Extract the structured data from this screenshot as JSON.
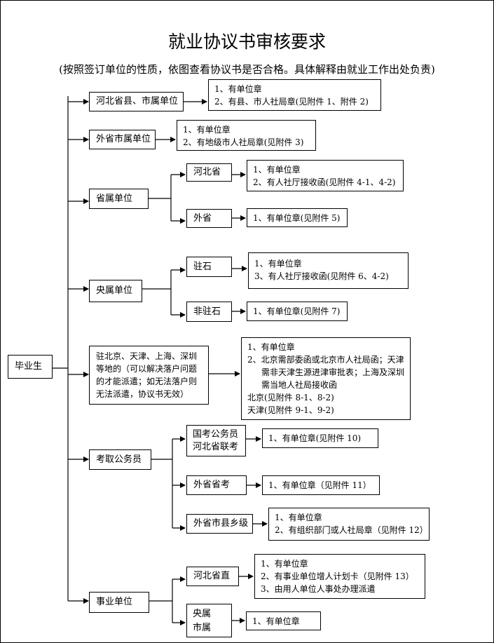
{
  "title": "就业协议书审核要求",
  "subtitle": "(按照签订单位的性质，依图查看协议书是否合格。具体解释由就业工作出处负责)",
  "root": "毕业生",
  "categories": {
    "c1": "河北省县、市属单位",
    "c2": "外省市属单位",
    "c3": "省属单位",
    "c4": "央属单位",
    "c5": [
      "驻北京、天津、上海、深圳",
      "等地的（可以解决落户问题",
      "的才能派遣；如无法落户则",
      "无法派遣，协议书无效）"
    ],
    "c6": "考取公务员",
    "c7": "事业单位"
  },
  "subcategories": {
    "s3a": "河北省",
    "s3b": "外省",
    "s4a": "驻石",
    "s4b": "非驻石",
    "s6a": [
      "国考公务员",
      "河北省联考"
    ],
    "s6b": "外省省考",
    "s6c": "外省市县乡级",
    "s7a": "河北省直",
    "s7b": [
      "央属",
      "市属"
    ]
  },
  "requirements": {
    "r1": [
      "1、有单位章",
      "2、有县、市人社局章(见附件 1、附件 2)"
    ],
    "r2": [
      "1、有单位章",
      "2、有地级市人社局章(见附件 3)"
    ],
    "r3a": [
      "1、有单位章",
      "2、有人社厅接收函(见附件 4-1、4-2)"
    ],
    "r3b": [
      "1、有单位章(见附件 5)"
    ],
    "r4a": [
      "1、有单位章",
      "3、有人社厅接收函(见附件 6、4-2)"
    ],
    "r4b": [
      "1、有单位章(见附件 7)"
    ],
    "r5": {
      "line1": "1、有单位章",
      "line2": "2、北京需部委函或北京市人社局函；天津",
      "line3": "需非天津生源进津审批表；上海及深圳",
      "line4": "需当地人社局接收函",
      "line5": "北京(见附件 8-1、8-2)",
      "line6": "天津(见附件 9-1、9-2)"
    },
    "r6a": [
      "1、有单位章(见附件 10)"
    ],
    "r6b": [
      "1、有单位章（见附件 11）"
    ],
    "r6c": [
      "1、有单位章",
      "2、有组织部门或人社局章（见附件 12）"
    ],
    "r7a": [
      "1、有单位章",
      "2、有事业单位增人计划卡（见附件 13）",
      "3、由用人单位人事处办理派遣"
    ],
    "r7b": [
      "1、有单位章"
    ]
  }
}
